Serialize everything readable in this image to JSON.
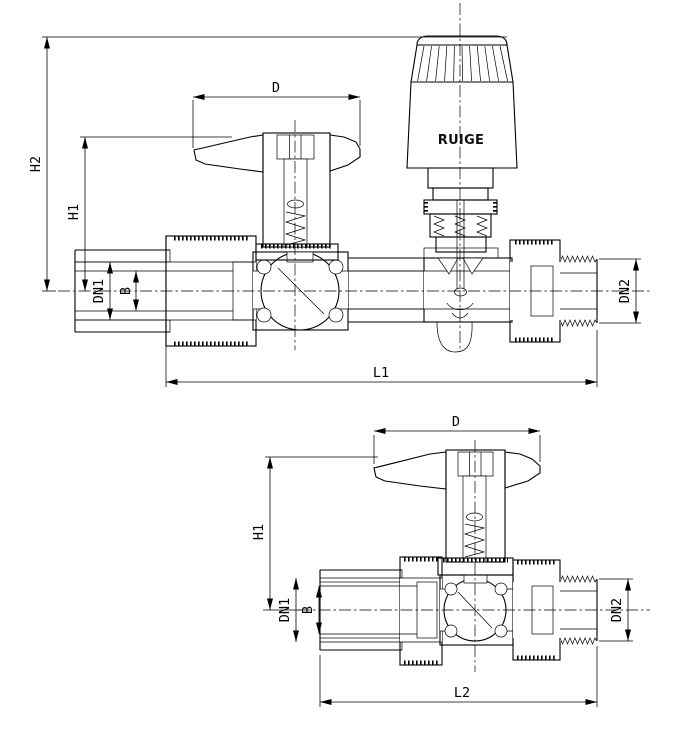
{
  "drawing": {
    "background_color": "#ffffff",
    "line_color": "#000000",
    "brand_logo": "RUIGE",
    "top_view": {
      "description": "thermostatic-radiator-valve-assembly-section",
      "dim_h2": "H2",
      "dim_h1": "H1",
      "dim_d": "D",
      "dim_dn1": "DN1",
      "dim_b": "B",
      "dim_dn2": "DN2",
      "dim_l1": "L1"
    },
    "bottom_view": {
      "description": "manual-handwheel-valve-assembly-section",
      "dim_d": "D",
      "dim_h1": "H1",
      "dim_dn1": "DN1",
      "dim_b": "B",
      "dim_dn2": "DN2",
      "dim_l2": "L2"
    }
  }
}
